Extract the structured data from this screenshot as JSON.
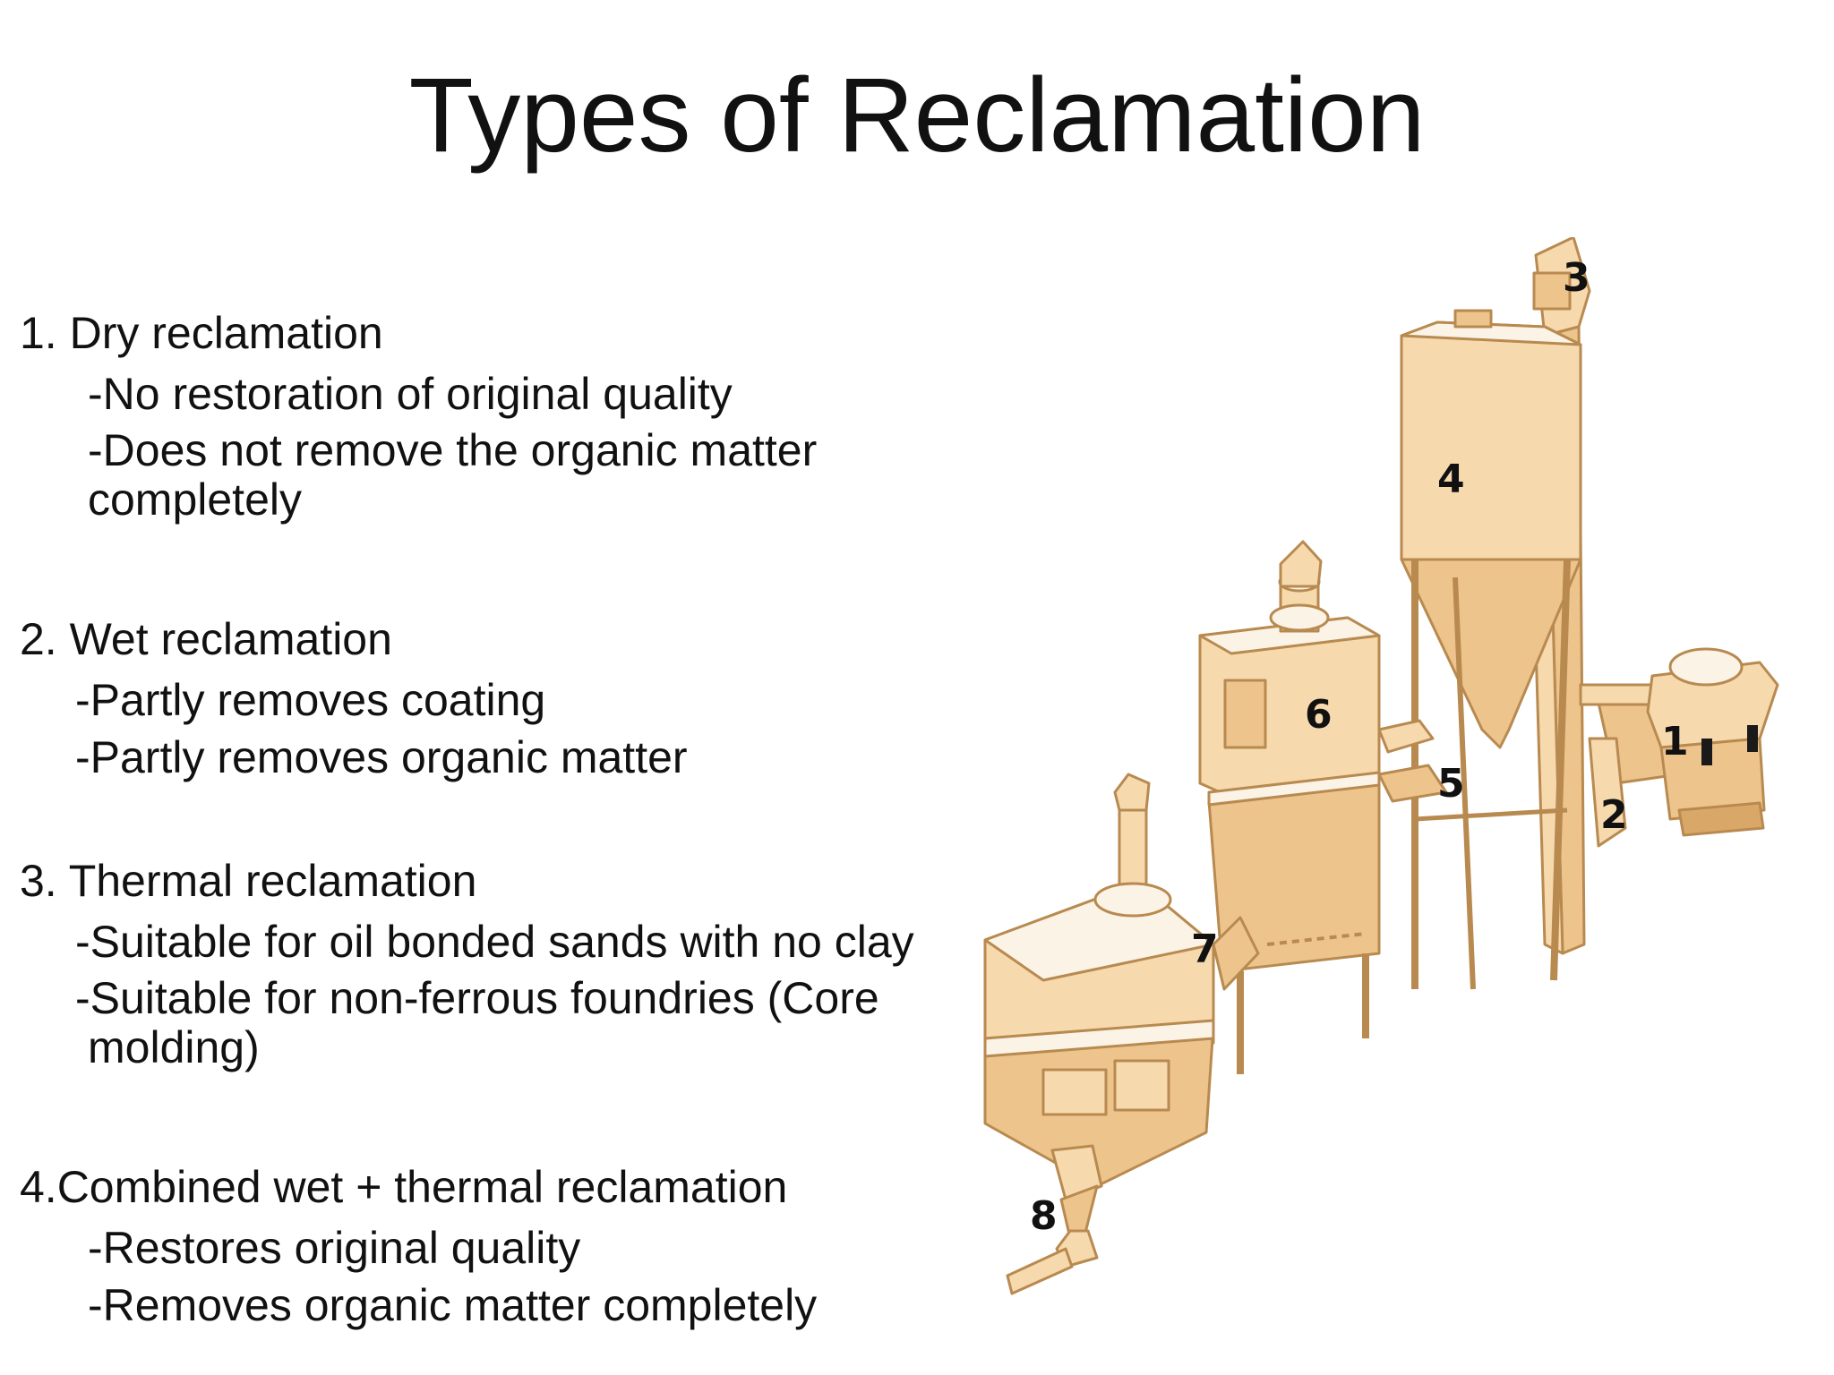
{
  "slide": {
    "title": "Types of Reclamation"
  },
  "sections": [
    {
      "heading": "1. Dry reclamation",
      "points": [
        "-No restoration of original quality",
        "-Does not remove the organic matter",
        "completely"
      ]
    },
    {
      "heading": "2. Wet reclamation",
      "points": [
        "-Partly removes coating",
        "-Partly removes organic matter"
      ]
    },
    {
      "heading": "3. Thermal reclamation",
      "points": [
        "-Suitable for  oil bonded sands with no clay",
        "-Suitable for non-ferrous foundries (Core",
        "molding)"
      ]
    },
    {
      "heading": "4.Combined wet + thermal reclamation",
      "points": [
        "-Restores original quality",
        "-Removes organic matter completely"
      ]
    }
  ],
  "illustration": {
    "callouts": [
      "1",
      "2",
      "3",
      "4",
      "5",
      "6",
      "7",
      "8"
    ],
    "colors": {
      "fill_light": "#f7d9ae",
      "fill_mid": "#eec48d",
      "fill_dark": "#d9a868",
      "outline": "#b88a50",
      "sand": "#fbf3e6"
    }
  }
}
